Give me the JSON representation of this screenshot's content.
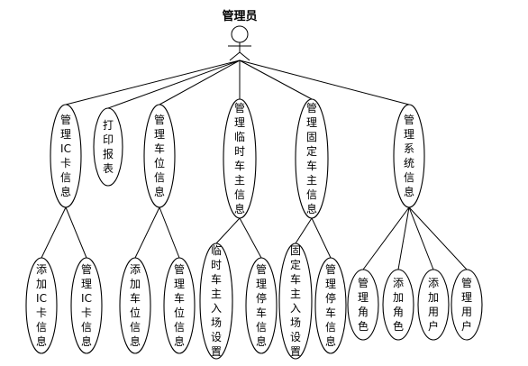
{
  "actor": {
    "label": "管理员"
  },
  "use_cases": [
    {
      "id": "ic",
      "lines": [
        "管",
        "理",
        "IC",
        "卡",
        "信",
        "息"
      ],
      "children": [
        {
          "id": "ic-add",
          "lines": [
            "添",
            "加",
            "IC",
            "卡",
            "信",
            "息"
          ]
        },
        {
          "id": "ic-manage",
          "lines": [
            "管",
            "理",
            "IC",
            "卡",
            "信",
            "息"
          ]
        }
      ]
    },
    {
      "id": "report",
      "lines": [
        "打",
        "印",
        "报",
        "表"
      ],
      "children": []
    },
    {
      "id": "spot",
      "lines": [
        "管",
        "理",
        "车",
        "位",
        "信",
        "息"
      ],
      "children": [
        {
          "id": "spot-add",
          "lines": [
            "添",
            "加",
            "车",
            "位",
            "信",
            "息"
          ]
        },
        {
          "id": "spot-manage",
          "lines": [
            "管",
            "理",
            "车",
            "位",
            "信",
            "息"
          ]
        }
      ]
    },
    {
      "id": "temp",
      "lines": [
        "管",
        "理",
        "临",
        "时",
        "车",
        "主",
        "信",
        "息"
      ],
      "children": [
        {
          "id": "temp-entry",
          "lines": [
            "临",
            "时",
            "车",
            "主",
            "入",
            "场",
            "设",
            "置"
          ]
        },
        {
          "id": "temp-park",
          "lines": [
            "管",
            "理",
            "停",
            "车",
            "信",
            "息"
          ]
        }
      ]
    },
    {
      "id": "fixed",
      "lines": [
        "管",
        "理",
        "固",
        "定",
        "车",
        "主",
        "信",
        "息"
      ],
      "children": [
        {
          "id": "fixed-entry",
          "lines": [
            "固",
            "定",
            "车",
            "主",
            "入",
            "场",
            "设",
            "置"
          ]
        },
        {
          "id": "fixed-park",
          "lines": [
            "管",
            "理",
            "停",
            "车",
            "信",
            "息"
          ]
        }
      ]
    },
    {
      "id": "system",
      "lines": [
        "管",
        "理",
        "系",
        "统",
        "信",
        "息"
      ],
      "children": [
        {
          "id": "sys-role-manage",
          "lines": [
            "管",
            "理",
            "角",
            "色"
          ]
        },
        {
          "id": "sys-role-add",
          "lines": [
            "添",
            "加",
            "角",
            "色"
          ]
        },
        {
          "id": "sys-user-add",
          "lines": [
            "添",
            "加",
            "用",
            "户"
          ]
        },
        {
          "id": "sys-user-manage",
          "lines": [
            "管",
            "理",
            "用",
            "户"
          ]
        }
      ]
    }
  ]
}
